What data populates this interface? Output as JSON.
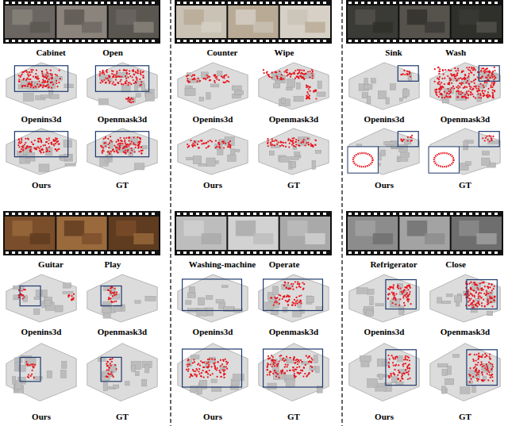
{
  "diagram": {
    "labels": [
      "Cabinet",
      "Open",
      "Openins3d",
      "Openmask3d",
      "Ours",
      "GT",
      "Counter",
      "Wipe",
      "Openins3d",
      "Openmask3d",
      "Ours",
      "GT",
      "Sink",
      "Wash",
      "Openins3d",
      "Openmask3d",
      "Ours",
      "GT",
      "Guitar",
      "Play",
      "Openins3d",
      "Openmask3d",
      "Ours",
      "GT",
      "Washing-machine",
      "Operate",
      "Openins3d",
      "Openmask3d",
      "Ours",
      "GT",
      "Refrigerator",
      "Close",
      "Openins3d",
      "Openmask3d",
      "Ours",
      "GT"
    ]
  }
}
